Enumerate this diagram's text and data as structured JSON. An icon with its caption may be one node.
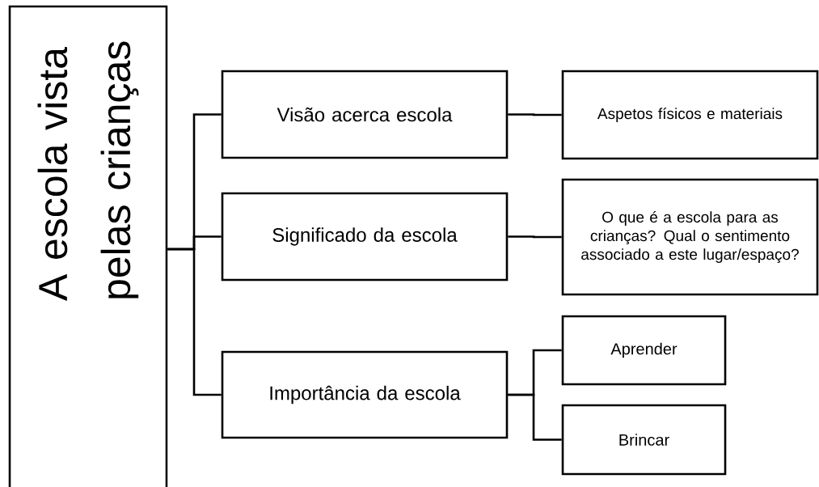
{
  "diagram": {
    "nodes": [
      {
        "text": [
          "A escola vista pelas crianças"
        ]
      },
      {
        "text": [
          "Visão acerca escola"
        ]
      },
      {
        "text": [
          "Significado da escola"
        ]
      },
      {
        "text": [
          "Importância da escola"
        ]
      },
      {
        "text": [
          "Aspetos físicos e materiais"
        ]
      },
      {
        "text": [
          "O que é a escola para as crianças? Qual o sentimento associado a este lugar/espaço?"
        ]
      },
      {
        "text": [
          "Aprender"
        ]
      },
      {
        "text": [
          "Brincar"
        ]
      }
    ],
    "edges": [
      {
        "from": 0,
        "to": 1,
        "arrow": "none"
      },
      {
        "from": 0,
        "to": 2,
        "arrow": "none"
      },
      {
        "from": 0,
        "to": 3,
        "arrow": "none"
      },
      {
        "from": 1,
        "to": 4,
        "arrow": "none"
      },
      {
        "from": 2,
        "to": 5,
        "arrow": "none"
      },
      {
        "from": 3,
        "to": 6,
        "arrow": "none"
      },
      {
        "from": 3,
        "to": 7,
        "arrow": "none"
      }
    ]
  }
}
